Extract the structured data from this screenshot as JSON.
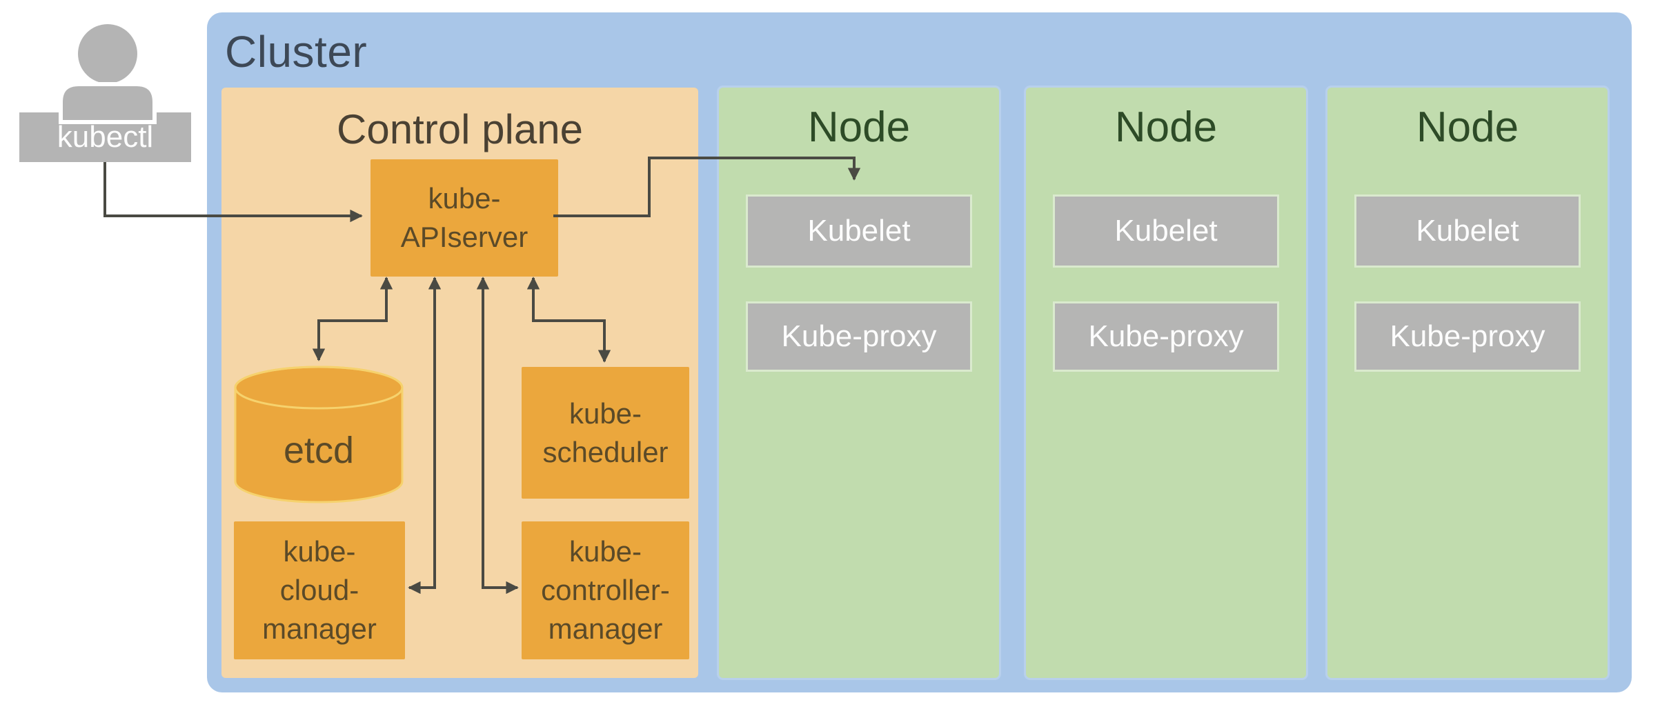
{
  "user": {
    "label": "kubectl"
  },
  "cluster": {
    "title": "Cluster"
  },
  "control_plane": {
    "title": "Control plane",
    "apiserver": {
      "lines": [
        "kube-",
        "APIserver"
      ]
    },
    "etcd": {
      "label": "etcd"
    },
    "scheduler": {
      "lines": [
        "kube-",
        "scheduler"
      ]
    },
    "cloud_manager": {
      "lines": [
        "kube-",
        "cloud-",
        "manager"
      ]
    },
    "controller_manager": {
      "lines": [
        "kube-",
        "controller-",
        "manager"
      ]
    }
  },
  "nodes": [
    {
      "title": "Node",
      "kubelet": "Kubelet",
      "kube_proxy": "Kube-proxy"
    },
    {
      "title": "Node",
      "kubelet": "Kubelet",
      "kube_proxy": "Kube-proxy"
    },
    {
      "title": "Node",
      "kubelet": "Kubelet",
      "kube_proxy": "Kube-proxy"
    }
  ],
  "colors": {
    "cluster_fill": "#a9c6e8",
    "cluster_title": "#3d4856",
    "control_fill": "#f5d6a7",
    "control_title": "#4a4133",
    "orange": "#eba73d",
    "orange_text": "#5b4a28",
    "etcd_stroke": "#f6d26d",
    "green": "#c1dcae",
    "green_title": "#2d4b27",
    "gray": "#b5b5b4",
    "white_text": "#fdfdfd",
    "person": "#b4b4b4",
    "arrow": "#4a4a43"
  }
}
